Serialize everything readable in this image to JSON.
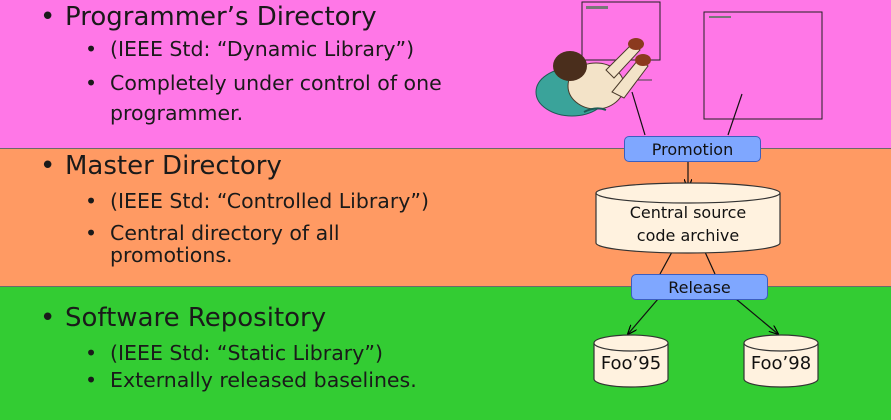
{
  "programmer": {
    "title": "Programmer’s Directory",
    "std": "(IEEE Std: “Dynamic Library”)",
    "desc_line1": "Completely under control of one",
    "desc_line2": "programmer."
  },
  "master": {
    "title": "Master Directory",
    "std": "(IEEE Std: “Controlled Library”)",
    "desc_line1": "Central directory of all",
    "desc_line2": "promotions."
  },
  "repository": {
    "title": "Software Repository",
    "std": "(IEEE Std: “Static Library”)",
    "desc": "Externally released baselines."
  },
  "diagram": {
    "promotion_label": "Promotion",
    "release_label": "Release",
    "archive_line1": "Central source",
    "archive_line2": "code archive",
    "foo95": "Foo’95",
    "foo98": "Foo’98"
  },
  "colors": {
    "programmer_band": "#ff77e7",
    "master_band": "#ff9a63",
    "repository_band": "#33cc33",
    "pill_fill": "#7fa7ff",
    "cylinder_fill": "#fff2df"
  }
}
